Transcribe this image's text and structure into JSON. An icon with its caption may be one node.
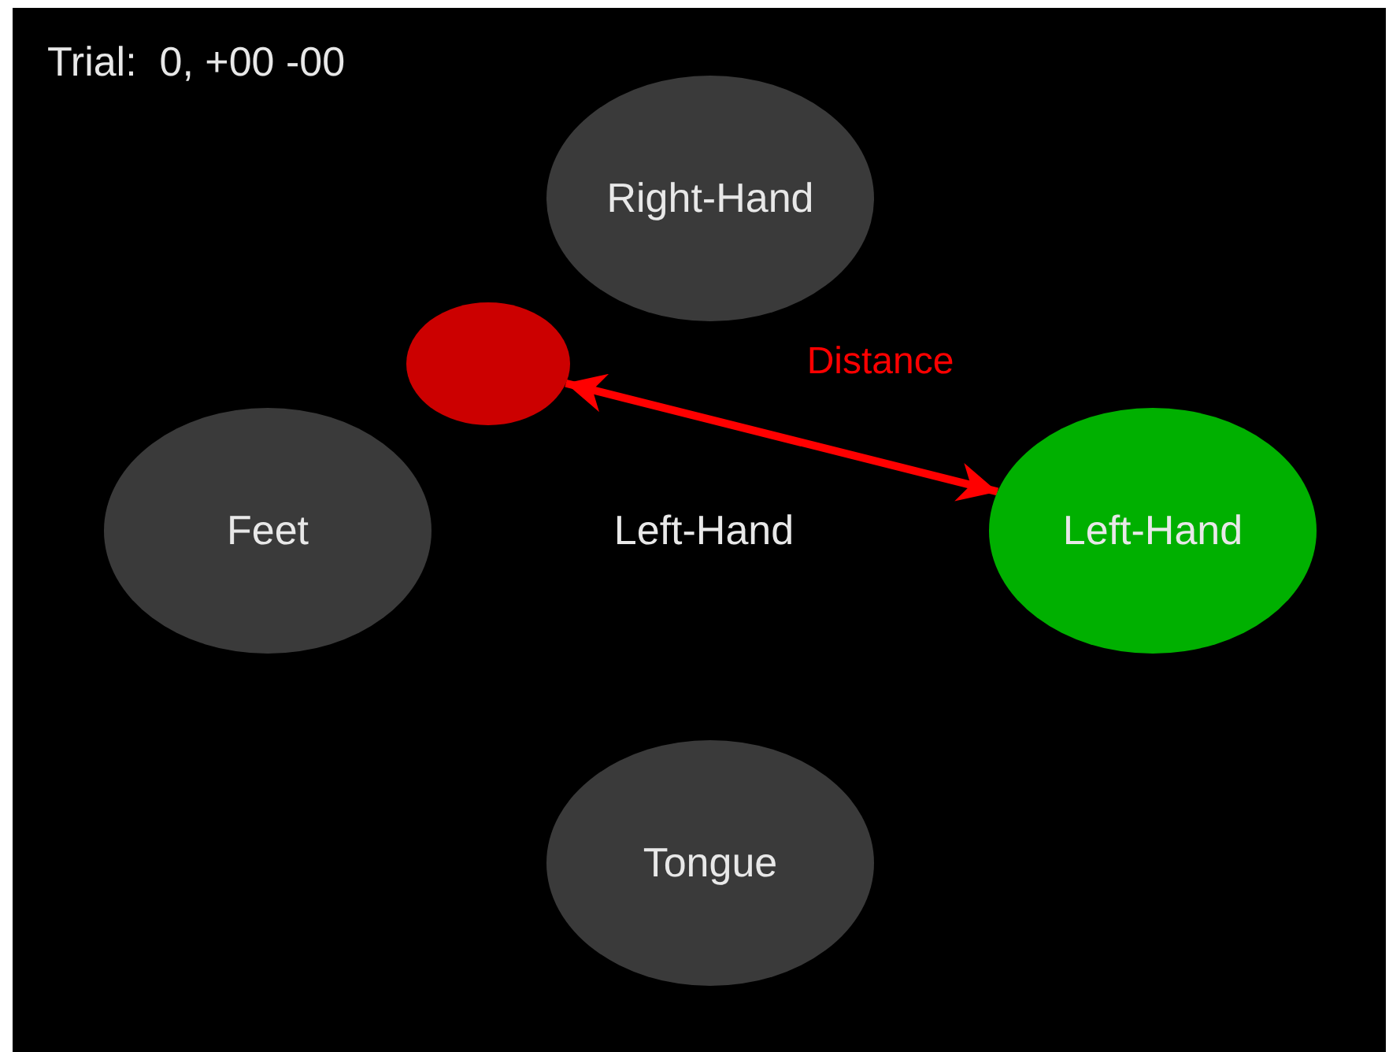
{
  "diagram": {
    "nodes": [
      {
        "text": [
          "Right-Hand"
        ]
      },
      {
        "text": [],
        "shape": "circle"
      },
      {
        "text": [
          "Feet"
        ]
      },
      {
        "text": [
          "Left-Hand"
        ]
      },
      {
        "text": [
          "Tongue"
        ]
      }
    ],
    "edges": [
      {
        "from": 1,
        "to": 3,
        "arrow": "both",
        "label": "Distance",
        "color": "#ff0000"
      }
    ],
    "labels": [
      "Trial:  0, +00 -00",
      "Left-Hand"
    ]
  }
}
